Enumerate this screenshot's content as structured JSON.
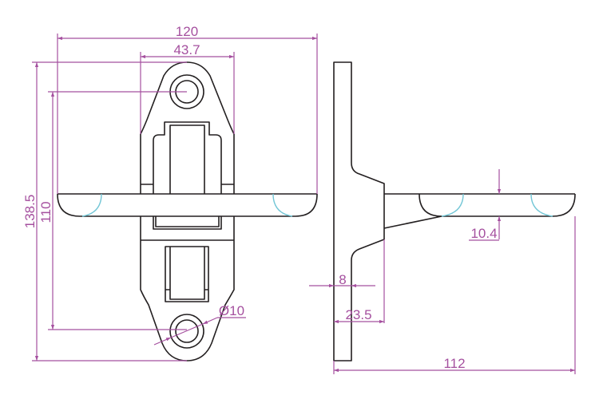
{
  "drawing": {
    "colors": {
      "outline": "#231f20",
      "dimension": "#a5509f",
      "tangent_arc": "#72c6d6"
    },
    "front_view": {
      "dimensions": {
        "overall_width": "120",
        "body_width": "43.7",
        "overall_height": "138.5",
        "hole_spacing": "110",
        "hole_diameter": "Ø10"
      }
    },
    "side_view": {
      "dimensions": {
        "arm_thickness": "10.4",
        "plate_thickness": "8",
        "bracket_depth": "23.5",
        "overall_length": "112"
      }
    }
  }
}
